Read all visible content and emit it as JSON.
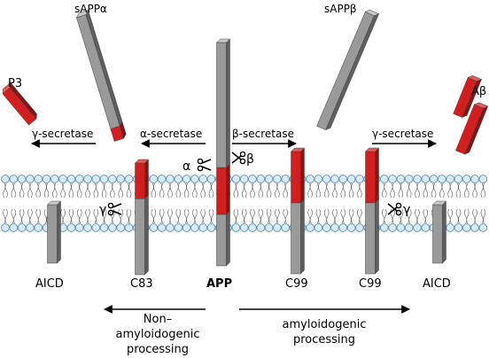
{
  "diagram": {
    "labels": {
      "p3": "P3",
      "sapp_alpha": "sAPPα",
      "sapp_beta": "sAPPβ",
      "abeta": "Aβ",
      "gamma_secretase_left": "γ-secretase",
      "alpha_secretase": "α-secretase",
      "beta_secretase": "β-secretase",
      "gamma_secretase_right": "γ-secretase",
      "alpha_symbol": "α",
      "beta_symbol": "β",
      "gamma_left": "γ",
      "gamma_right": "γ",
      "aicd_left": "AICD",
      "c83": "C83",
      "app": "APP",
      "c99_a": "C99",
      "c99_b": "C99",
      "aicd_right": "AICD",
      "non_amyloidogenic_line1": "Non–",
      "non_amyloidogenic_line2": "amyloidogenic",
      "non_amyloidogenic_line3": "processing",
      "amyloidogenic_line1": "amyloidogenic",
      "amyloidogenic_line2": "processing"
    },
    "colors": {
      "rod_gray": "#9a9a9a",
      "rod_red": "#d11f1f",
      "lipid_head_fill": "#d8ebf6",
      "lipid_head_stroke": "#5d8fb0",
      "text": "#000000"
    }
  }
}
